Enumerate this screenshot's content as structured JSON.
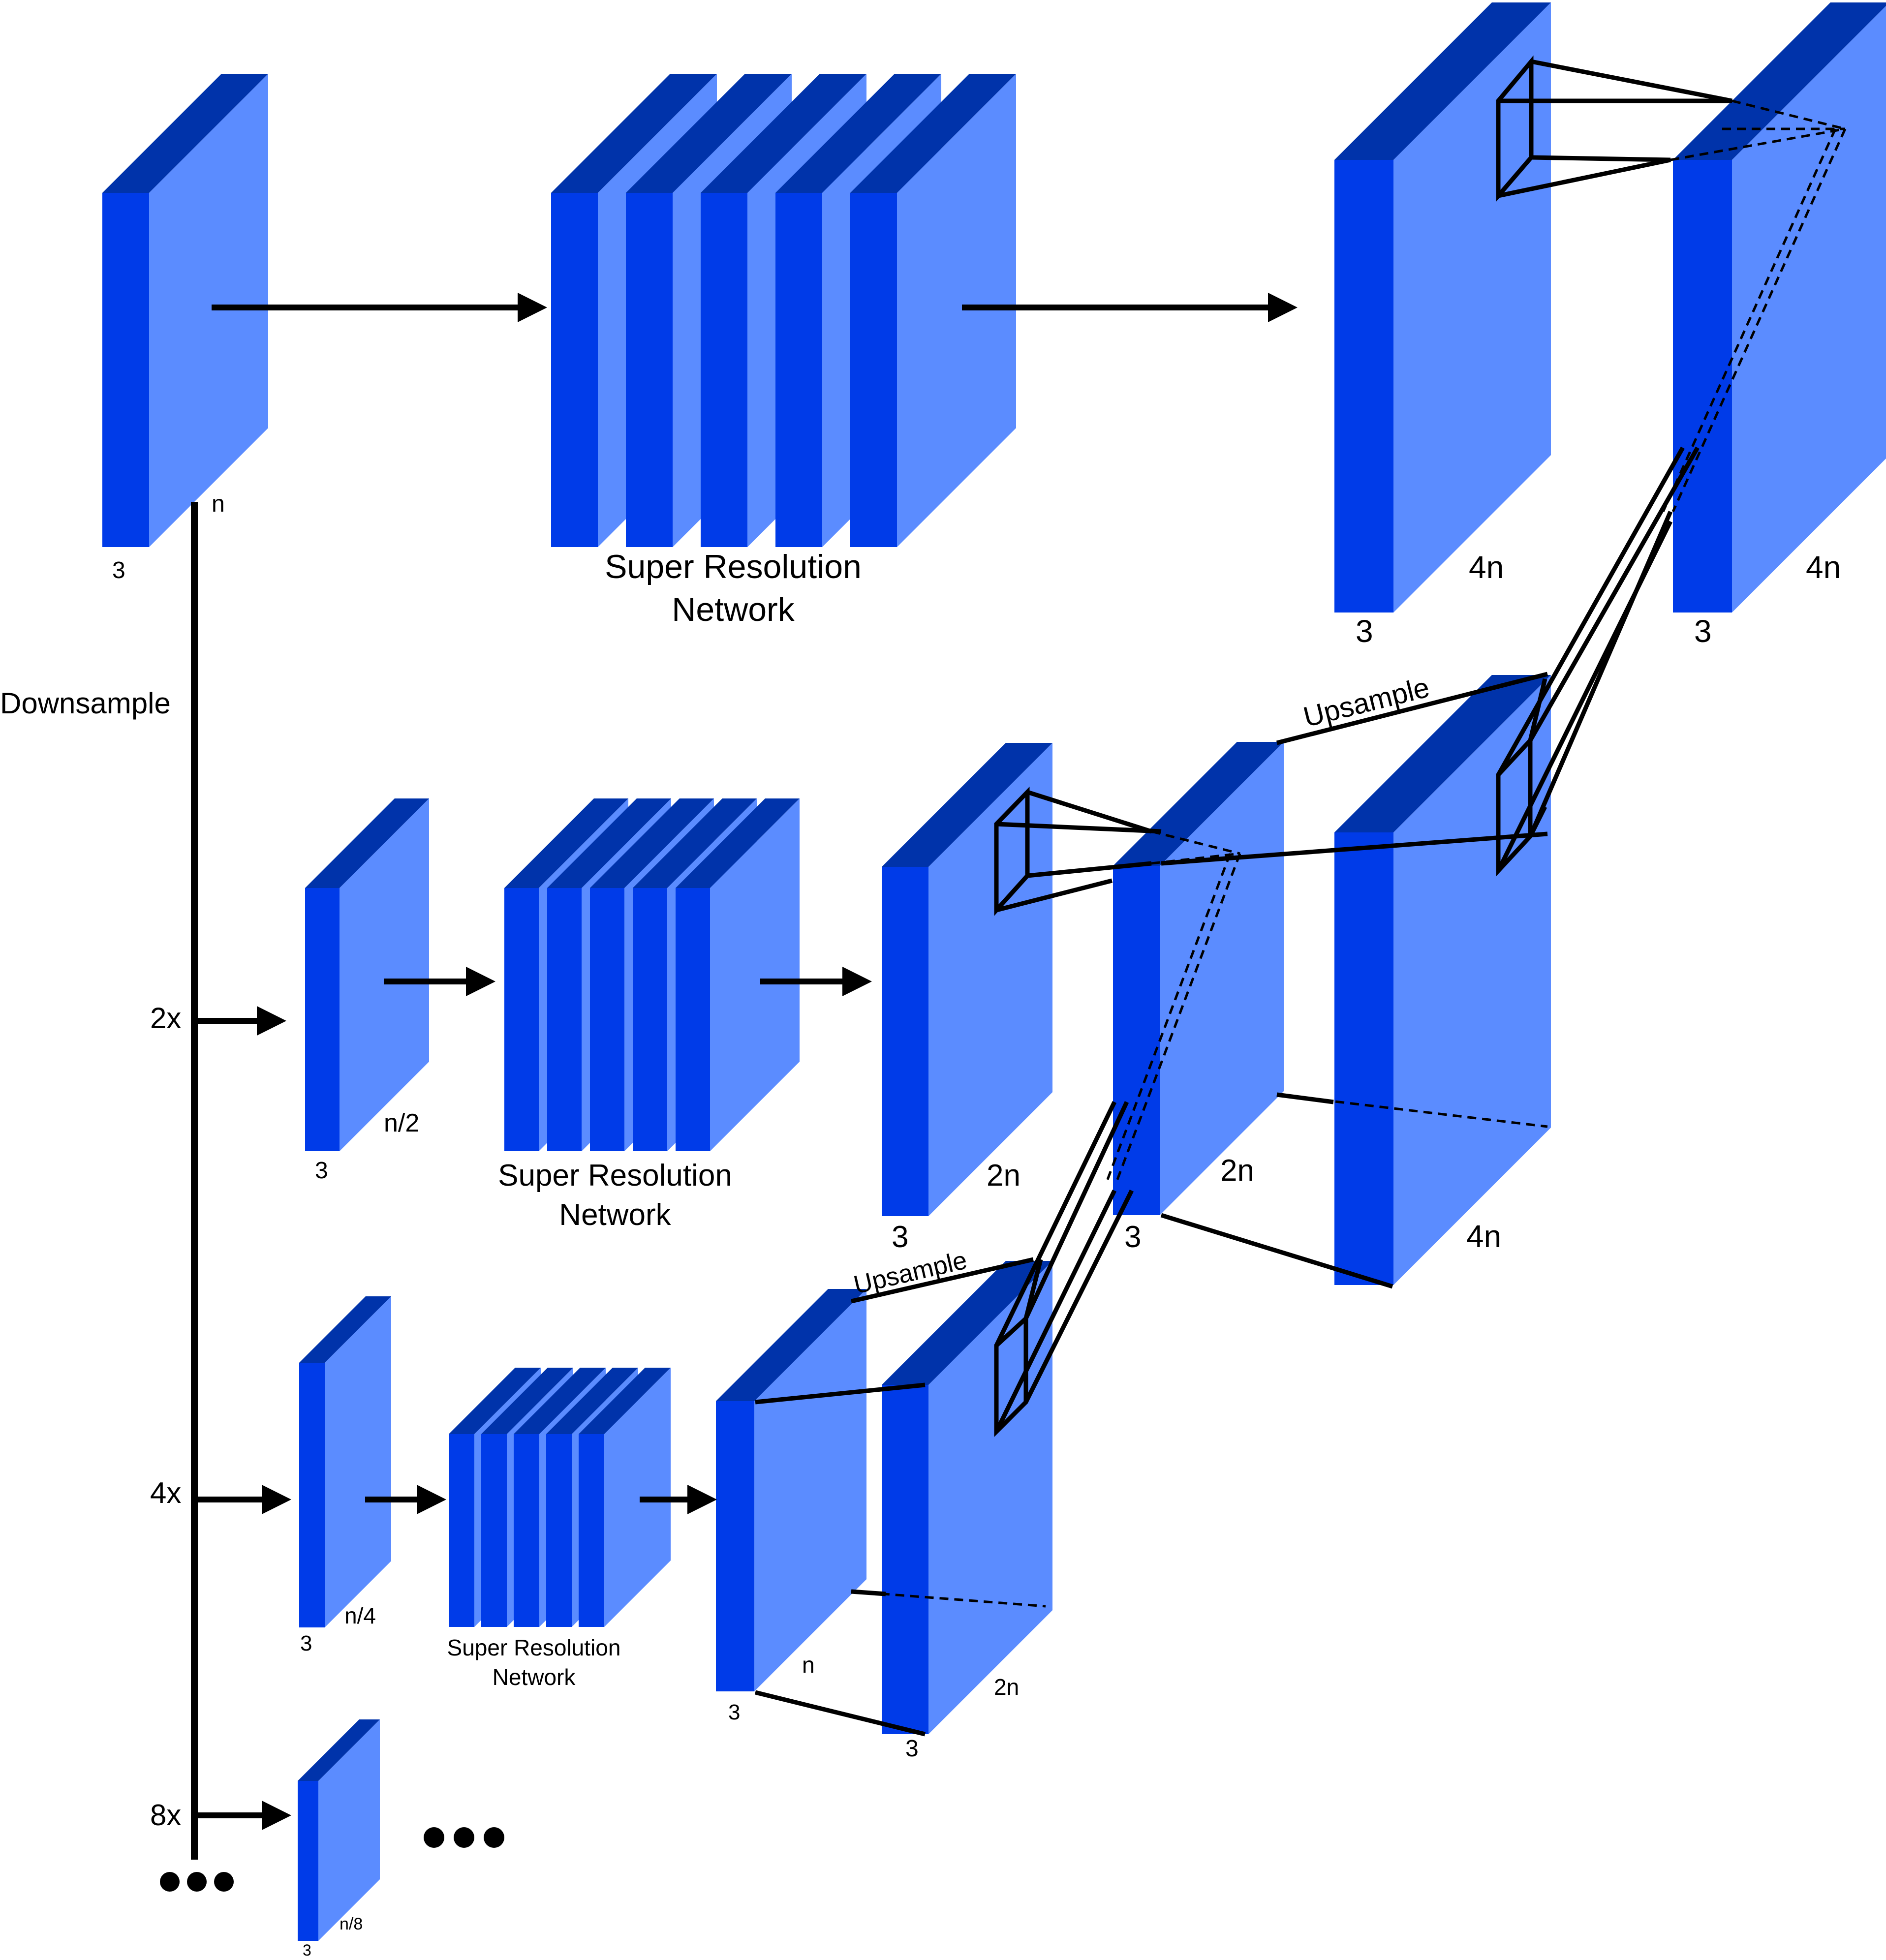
{
  "colors": {
    "face": "#5b8cff",
    "side": "#003be8",
    "top": "#0033aa",
    "line": "#000000",
    "background": "#ffffff"
  },
  "labels": {
    "downsample": "Downsample",
    "scale_2x": "2x",
    "scale_4x": "4x",
    "scale_8x": "8x",
    "row1": {
      "input_depth": "3",
      "input_size": "n",
      "network_line1": "Super Resolution",
      "network_line2": "Network",
      "out_a_depth": "3",
      "out_a_size": "4n",
      "out_b_depth": "3",
      "out_b_size": "4n"
    },
    "row2": {
      "input_depth": "3",
      "input_size": "n/2",
      "network_line1": "Super Resolution",
      "network_line2": "Network",
      "out_depth": "3",
      "out_size": "2n",
      "mid_depth": "3",
      "mid_size": "2n",
      "up_depth": "4n",
      "upsample": "Upsample"
    },
    "row3": {
      "input_depth": "3",
      "input_size": "n/4",
      "network_line1": "Super Resolution",
      "network_line2": "Network",
      "out_depth": "3",
      "out_size": "n",
      "up_depth": "3",
      "up_size": "2n",
      "upsample": "Upsample"
    },
    "row4": {
      "input_depth": "3",
      "input_size": "n/8"
    }
  },
  "icons": {
    "ellipsis_bottom": "ellipsis-icon",
    "ellipsis_row4": "ellipsis-icon",
    "arrow": "arrow-right-icon"
  }
}
